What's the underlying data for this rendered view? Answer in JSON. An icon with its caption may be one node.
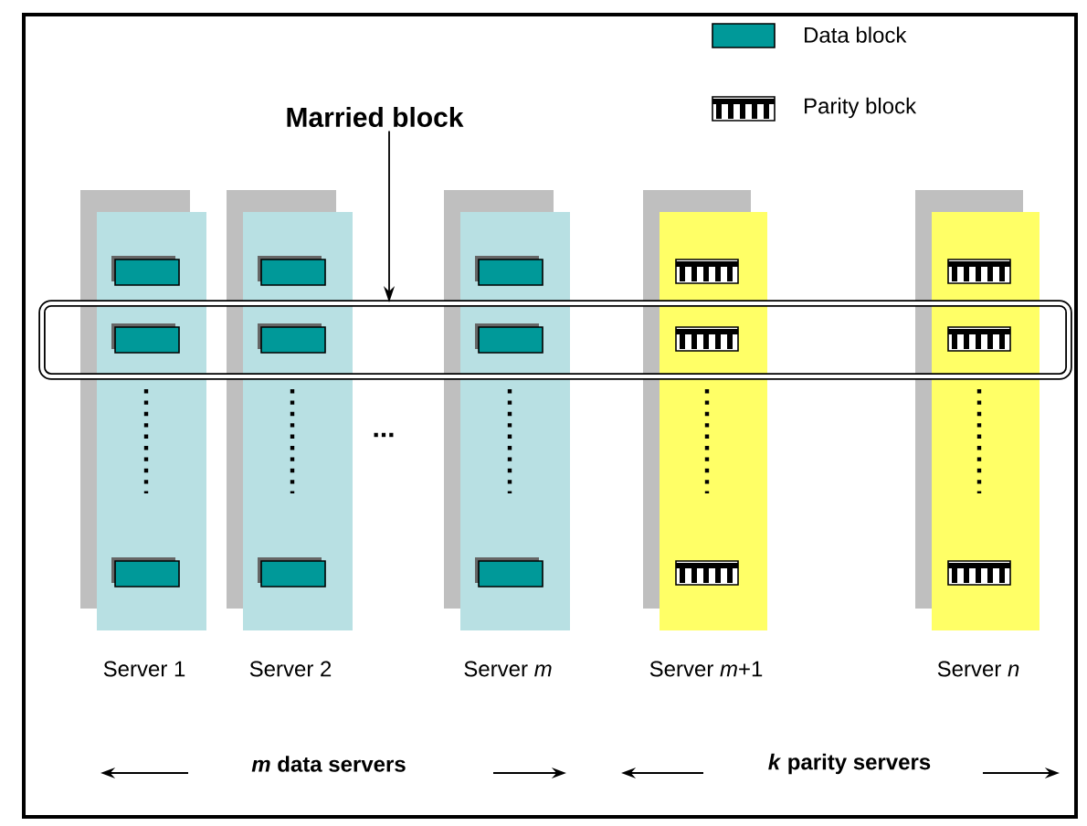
{
  "diagram": {
    "nodes": [
      {
        "text": [
          "Married block"
        ]
      },
      {
        "text": [],
        "shape": "box"
      },
      {
        "text": [],
        "shape": "bar",
        "beside": [
          "Server 1"
        ]
      },
      {
        "text": [],
        "shape": "bar",
        "beside": [
          "Server 2"
        ]
      },
      {
        "text": [],
        "shape": "bar",
        "beside": [
          "Server *m*"
        ]
      },
      {
        "text": [],
        "shape": "bar",
        "beside": [
          "Server *m*+1"
        ]
      },
      {
        "text": [],
        "shape": "bar",
        "beside": [
          "Server *n*"
        ]
      }
    ],
    "edges": [
      {
        "from": 0,
        "to": 1,
        "arrow": "to"
      }
    ],
    "labels": [
      "...",
      "*m* data servers",
      "*k* parity servers"
    ],
    "legend": [
      {
        "text": "Data block",
        "color": "#009999"
      },
      {
        "text": "Parity block"
      }
    ]
  }
}
